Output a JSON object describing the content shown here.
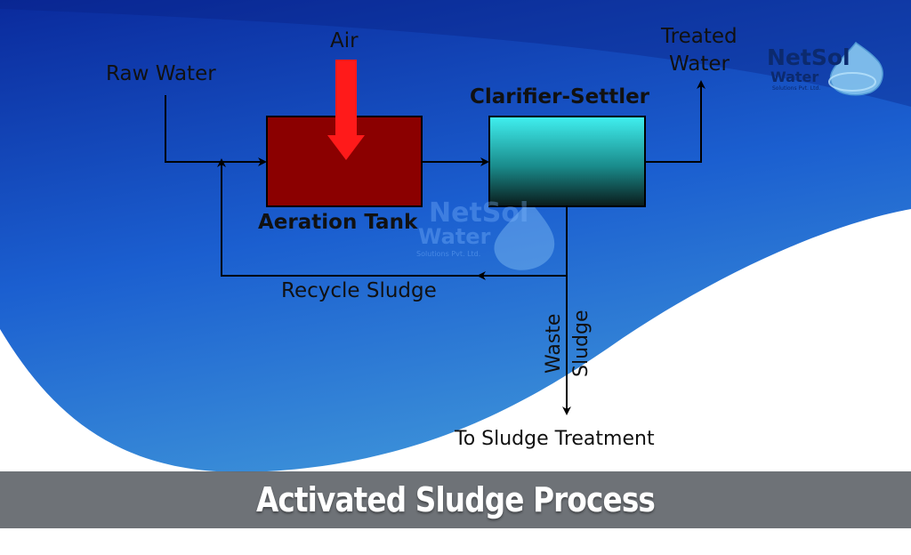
{
  "diagram": {
    "labels": {
      "raw_water": "Raw Water",
      "air": "Air",
      "treated_water_line1": "Treated",
      "treated_water_line2": "Water",
      "clarifier": "Clarifier-Settler",
      "aeration_tank": "Aeration Tank",
      "recycle_sludge": "Recycle Sludge",
      "waste_sludge_line1": "Waste",
      "waste_sludge_line2": "Sludge",
      "to_sludge_treatment": "To Sludge Treatment"
    },
    "colors": {
      "background_top": "#0a2a9c",
      "background_mid": "#1b5fd0",
      "aeration_tank": "#8b0000",
      "air_arrow": "#ff1a1a",
      "clarifier_top": "#40f0f0",
      "clarifier_bottom": "#0a1a1a",
      "flow_line": "#000000",
      "title_bar": "#666a70"
    }
  },
  "logo": {
    "name": "NetSol",
    "sub": "Water",
    "tagline": "Solutions Pvt. Ltd.",
    "icon": "water-drop-icon"
  },
  "watermark": {
    "name": "NetSol",
    "sub": "Water",
    "tagline": "Solutions Pvt. Ltd."
  },
  "title": "Activated Sludge Process"
}
